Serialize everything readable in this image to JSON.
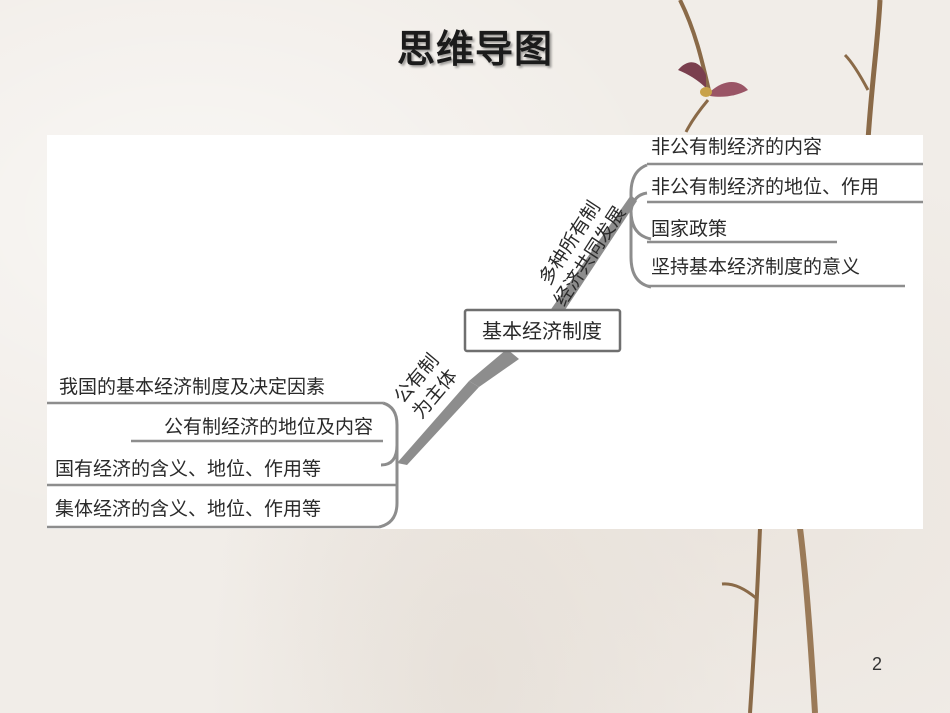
{
  "slide_title": "思维导图",
  "page_number": "2",
  "mindmap": {
    "center": "基本经济制度",
    "branch_right": {
      "label_line1": "多种所有制",
      "label_line2": "经济共同发展",
      "items": [
        "非公有制经济的内容",
        "非公有制经济的地位、作用",
        "国家政策",
        "坚持基本经济制度的意义"
      ]
    },
    "branch_left": {
      "label_line1": "公有制",
      "label_line2": "为主体",
      "items": [
        "我国的基本经济制度及决定因素",
        "公有制经济的地位及内容",
        "国有经济的含义、地位、作用等",
        "集体经济的含义、地位、作用等"
      ]
    }
  },
  "colors": {
    "line": "#8c8c8c",
    "branch_fill": "#8d8d8d",
    "panel": "#ffffff"
  }
}
